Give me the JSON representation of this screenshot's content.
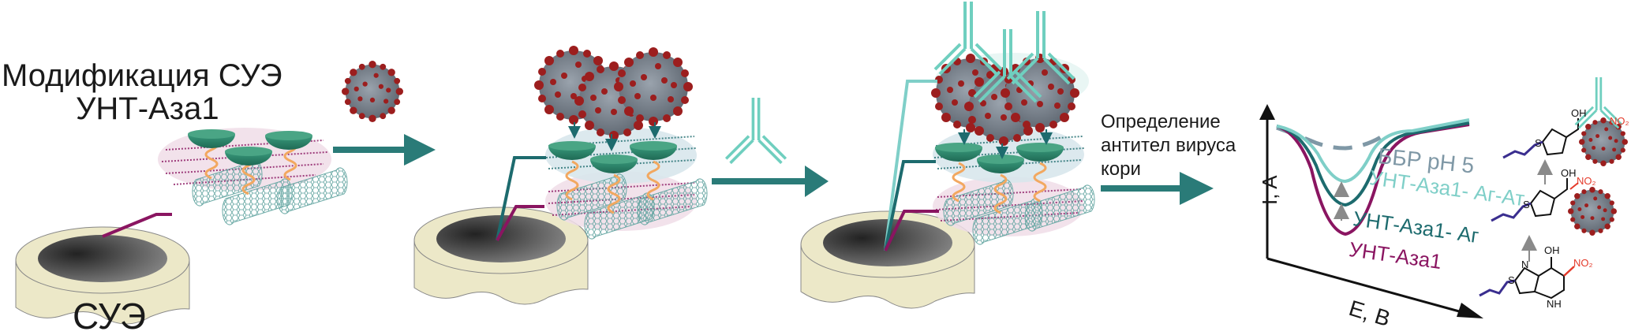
{
  "figure": {
    "step1": {
      "title_line1": "Модификация СУЭ",
      "title_line2": "УНТ-Аза1",
      "electrode_label": "СУЭ"
    },
    "step4": {
      "line1": "Определение",
      "line2": "антител вируса",
      "line3": "кори"
    },
    "graph": {
      "y_axis": "I, A",
      "x_axis": "E, B",
      "curves": [
        {
          "name": "ББР pH 5",
          "color": "#7f98a6",
          "style": "dashed"
        },
        {
          "name": "УНТ-Аза1- Аг-Ат",
          "color": "#7fcfc8",
          "style": "solid"
        },
        {
          "name": "УНТ-Аза1- Аг",
          "color": "#1d6b6e",
          "style": "solid"
        },
        {
          "name": "УНТ-Аза1",
          "color": "#8a1561",
          "style": "solid"
        }
      ]
    },
    "chemistry": {
      "oh": "OH",
      "no2": "NO₂",
      "nh": "NH",
      "n": "N",
      "s": "S"
    },
    "colors": {
      "arrow": "#2a7b78",
      "electrode_body": "#ece8c8",
      "electrode_disk": "#555555",
      "receptor": "#2f8a6c",
      "spring": "#f2a860",
      "nanotube": "#6aa9a5",
      "layer_cnt": "#f0dde8",
      "layer_ag": "#d8e7ec",
      "antibody": "#6fcfbf",
      "virus_core": "#7b8593",
      "virus_spike": "#9c1e1e",
      "linker": "#3a2e8f"
    }
  }
}
